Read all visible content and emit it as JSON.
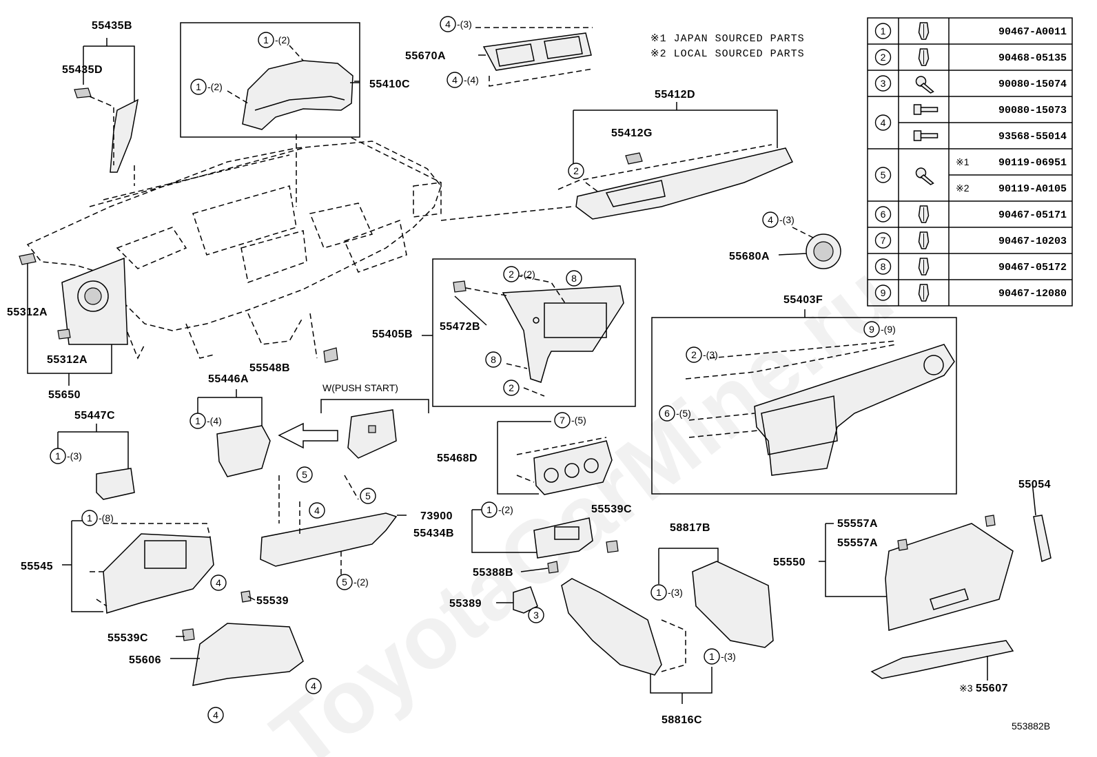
{
  "watermark": "ToyotaCarMine.ru",
  "notes": [
    "※1 JAPAN SOURCED PARTS",
    "※2 LOCAL SOURCED PARTS"
  ],
  "diagram_id": "553882B",
  "push_start_label": "W(PUSH START)",
  "labels": {
    "p55435B": "55435B",
    "p55435D": "55435D",
    "p55410C": "55410C",
    "p55670A": "55670A",
    "p55412D": "55412D",
    "p55412G": "55412G",
    "p55312A_1": "55312A",
    "p55312A_2": "55312A",
    "p55650": "55650",
    "p55680A": "55680A",
    "p55405B": "55405B",
    "p55472B": "55472B",
    "p55403F": "55403F",
    "p55548B": "55548B",
    "p55446A": "55446A",
    "p55447C": "55447C",
    "p55468D": "55468D",
    "p55054": "55054",
    "p73900": "73900",
    "p55434B": "55434B",
    "p55539C_1": "55539C",
    "p55545": "55545",
    "p55539": "55539",
    "p55388B": "55388B",
    "p58817B": "58817B",
    "p55557A_1": "55557A",
    "p55557A_2": "55557A",
    "p55550": "55550",
    "p55389": "55389",
    "p55539C_2": "55539C",
    "p55606": "55606",
    "p58816C": "58816C",
    "p55607": "55607",
    "note3": "※3"
  },
  "callouts": {
    "c55410C_a": {
      "n": "1",
      "q": "-(2)"
    },
    "c55410C_b": {
      "n": "1",
      "q": "-(2)"
    },
    "c55670A_a": {
      "n": "4",
      "q": "-(3)"
    },
    "c55670A_b": {
      "n": "4",
      "q": "-(4)"
    },
    "c55412D": {
      "n": "2",
      "q": ""
    },
    "c55680A": {
      "n": "4",
      "q": "-(3)"
    },
    "c55405B_a": {
      "n": "2",
      "q": "-(2)"
    },
    "c55405B_b": {
      "n": "8",
      "q": ""
    },
    "c55405B_c": {
      "n": "8",
      "q": ""
    },
    "c55405B_d": {
      "n": "2",
      "q": ""
    },
    "c55403F_a": {
      "n": "9",
      "q": "-(9)"
    },
    "c55403F_b": {
      "n": "2",
      "q": "-(3)"
    },
    "c55403F_c": {
      "n": "6",
      "q": "-(5)"
    },
    "c55446A": {
      "n": "1",
      "q": "-(4)"
    },
    "c55447C": {
      "n": "1",
      "q": "-(3)"
    },
    "c55468D": {
      "n": "7",
      "q": "-(5)"
    },
    "c73900_a": {
      "n": "5",
      "q": ""
    },
    "c73900_b": {
      "n": "4",
      "q": ""
    },
    "c73900_c": {
      "n": "5",
      "q": ""
    },
    "c73900_d": {
      "n": "5",
      "q": "-(2)"
    },
    "c55434B": {
      "n": "1",
      "q": "-(2)"
    },
    "c55545_a": {
      "n": "1",
      "q": "-(8)"
    },
    "c55545_b": {
      "n": "4",
      "q": ""
    },
    "c55389": {
      "n": "3",
      "q": ""
    },
    "c58817B": {
      "n": "1",
      "q": "-(3)"
    },
    "c58816C": {
      "n": "1",
      "q": "-(3)"
    },
    "c55606_a": {
      "n": "4",
      "q": ""
    },
    "c55606_b": {
      "n": "4",
      "q": ""
    }
  },
  "fastener_table": [
    {
      "ref": "1",
      "numbers": [
        "90467-A0011"
      ],
      "marks": [
        ""
      ],
      "icon": "clip-icon"
    },
    {
      "ref": "2",
      "numbers": [
        "90468-05135"
      ],
      "marks": [
        ""
      ],
      "icon": "clip-icon"
    },
    {
      "ref": "3",
      "numbers": [
        "90080-15074"
      ],
      "marks": [
        ""
      ],
      "icon": "screw-icon"
    },
    {
      "ref": "4",
      "numbers": [
        "90080-15073",
        "93568-55014"
      ],
      "marks": [
        "",
        ""
      ],
      "icon": "bolt-icon"
    },
    {
      "ref": "5",
      "numbers": [
        "90119-06951",
        "90119-A0105"
      ],
      "marks": [
        "※1",
        "※2"
      ],
      "icon": "screw-icon"
    },
    {
      "ref": "6",
      "numbers": [
        "90467-05171"
      ],
      "marks": [
        ""
      ],
      "icon": "clip-icon"
    },
    {
      "ref": "7",
      "numbers": [
        "90467-10203"
      ],
      "marks": [
        ""
      ],
      "icon": "clip-icon"
    },
    {
      "ref": "8",
      "numbers": [
        "90467-05172"
      ],
      "marks": [
        ""
      ],
      "icon": "clip-icon"
    },
    {
      "ref": "9",
      "numbers": [
        "90467-12080"
      ],
      "marks": [
        ""
      ],
      "icon": "clip-icon"
    }
  ]
}
